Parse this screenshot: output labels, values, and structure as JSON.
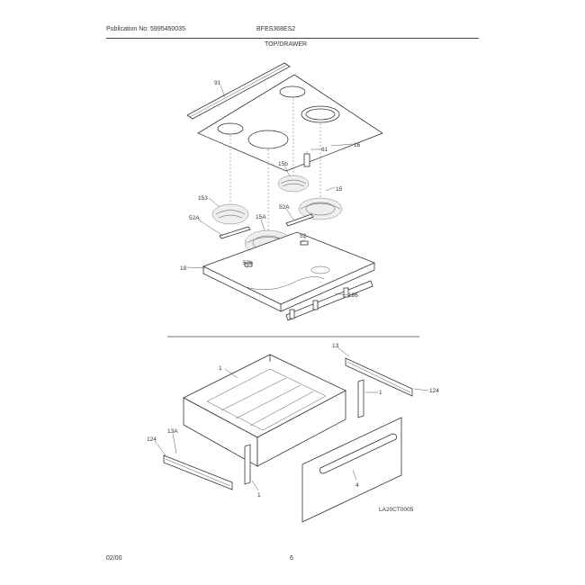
{
  "header": {
    "publication": "Publication No: 5995450035",
    "model": "BFES368ES2",
    "section": "TOP/DRAWER"
  },
  "footer": {
    "date": "02/00",
    "page": "6"
  },
  "diagram_code": "LA20CT0005",
  "callouts": {
    "c91": "91",
    "c16_top": "16",
    "c61": "61",
    "c15b": "15b",
    "c15": "15",
    "c153": "153",
    "c52a_left": "52A",
    "c15a": "15A",
    "c52a_right": "52A",
    "c52": "52",
    "c52b": "52b",
    "c18": "18",
    "c186": "186",
    "c13": "13",
    "c1_drawer": "1",
    "c1_right": "1",
    "c124_right": "124",
    "c13a": "13A",
    "c124_left": "124",
    "c1_bottom": "1",
    "c4": "4"
  }
}
